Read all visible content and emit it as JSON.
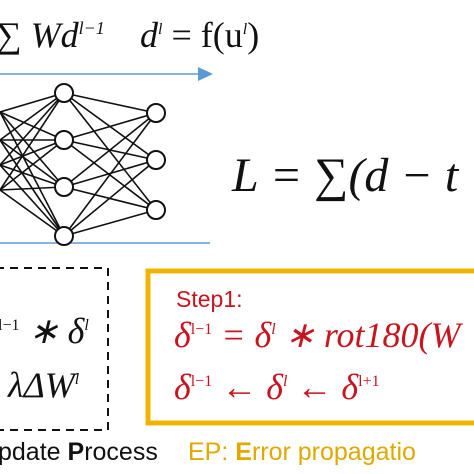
{
  "forward": {
    "sum_expr": "∑ Wd",
    "sum_sup": "l−1",
    "activation_lhs": "d",
    "activation_lhs_sup": "l",
    "activation_rhs": " = f(u",
    "activation_rhs_sup": "l",
    "activation_close": ")"
  },
  "loss": {
    "expr": "L = ∑(d − t"
  },
  "update_box": {
    "line1_sup": "l−1",
    "line1_main": " ∗ δ",
    "line1_sup2": "l",
    "line2_main": "λΔW",
    "line2_sup": "l",
    "caption_prefix": "pdate ",
    "caption_bold": "P",
    "caption_rest": "rocess"
  },
  "ep_box": {
    "step_label": "Step1:",
    "eq1_a": "δ",
    "eq1_a_sup": "l−1",
    "eq1_b": " = δ",
    "eq1_b_sup": "l",
    "eq1_c": " ∗ rot180(W",
    "eq2_a": "δ",
    "eq2_a_sup": "l−1",
    "eq2_b": " ← δ",
    "eq2_b_sup": "l",
    "eq2_c": " ← δ",
    "eq2_c_sup": "l+1",
    "caption_prefix": "EP: ",
    "caption_bold": "E",
    "caption_rest": "rror propagatio"
  },
  "colors": {
    "arrow": "#5b9bd5",
    "ep_border": "#f0b400",
    "ep_text": "#c8141e",
    "ep_caption": "#e0a800",
    "update_border": "#111111"
  }
}
